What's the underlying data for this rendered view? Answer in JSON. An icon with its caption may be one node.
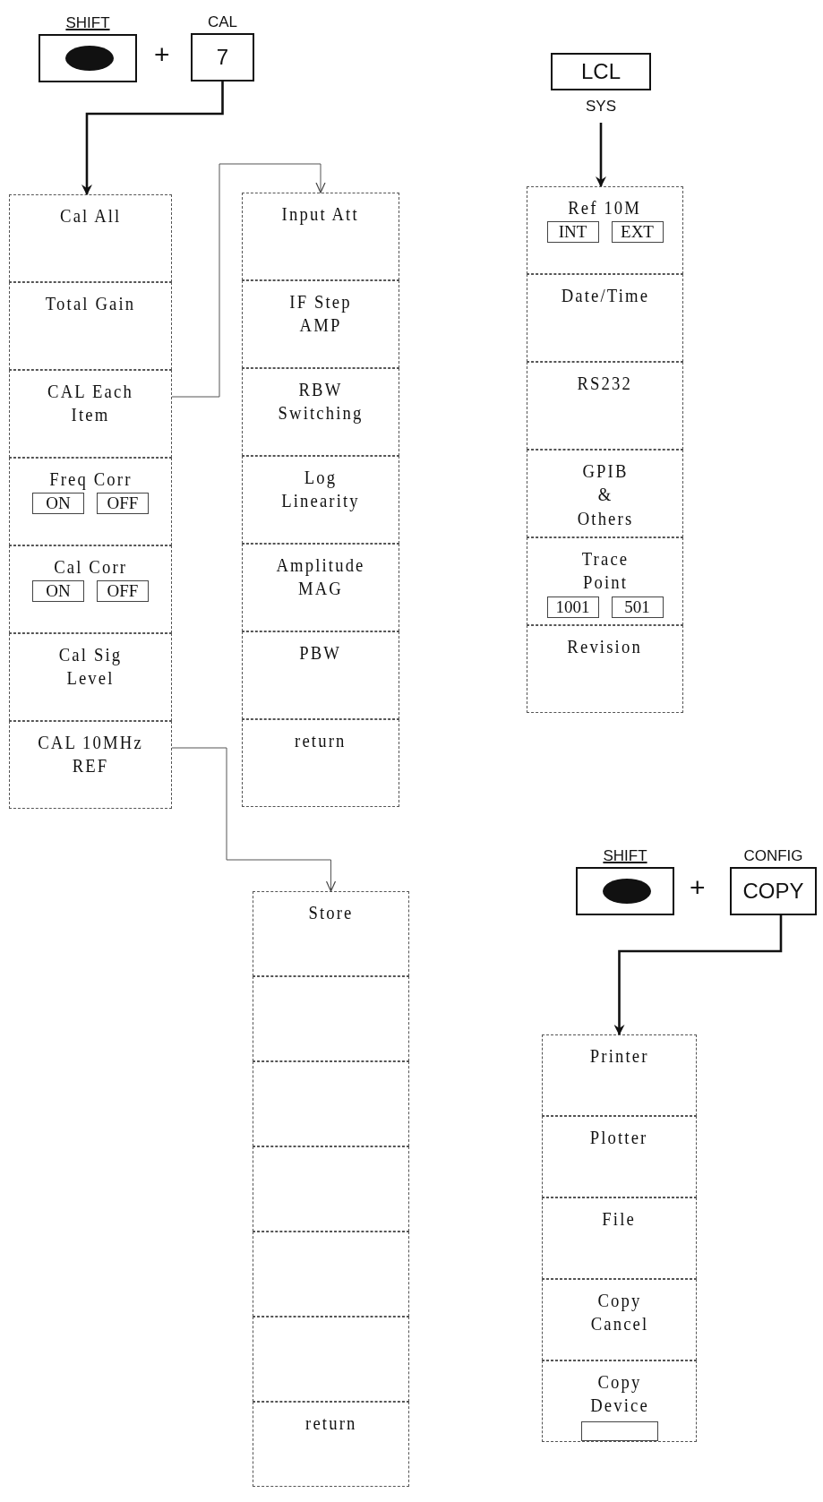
{
  "diagram": {
    "nodes": [
      {
        "text": [
          "SHIFT"
        ]
      },
      {
        "text": [
          "CAL",
          "7"
        ]
      },
      {
        "text": [
          "Cal All"
        ]
      },
      {
        "text": [
          "Total Gain"
        ]
      },
      {
        "text": [
          "CAL Each Item"
        ]
      },
      {
        "text": [
          "Freq Corr",
          "ON",
          "OFF"
        ]
      },
      {
        "text": [
          "Cal Corr",
          "ON",
          "OFF"
        ]
      },
      {
        "text": [
          "Cal Sig Level"
        ]
      },
      {
        "text": [
          "CAL 10MHz REF"
        ]
      },
      {
        "text": [
          "Input Att"
        ]
      },
      {
        "text": [
          "IF Step AMP"
        ]
      },
      {
        "text": [
          "RBW Switching"
        ]
      },
      {
        "text": [
          "Log Linearity"
        ]
      },
      {
        "text": [
          "Amplitude MAG"
        ]
      },
      {
        "text": [
          "PBW"
        ]
      },
      {
        "text": [
          "return"
        ]
      },
      {
        "text": [
          "LCL",
          "SYS"
        ]
      },
      {
        "text": [
          "Ref 10M",
          "INT",
          "EXT"
        ]
      },
      {
        "text": [
          "Date/Time"
        ]
      },
      {
        "text": [
          "RS232"
        ]
      },
      {
        "text": [
          "GPIB & Others"
        ]
      },
      {
        "text": [
          "Trace Point",
          "1001",
          "501"
        ]
      },
      {
        "text": [
          "Revision"
        ]
      },
      {
        "text": [
          "Store"
        ]
      },
      {
        "text": [],
        "shape": "box"
      },
      {
        "text": [],
        "shape": "box"
      },
      {
        "text": [],
        "shape": "box"
      },
      {
        "text": [],
        "shape": "box"
      },
      {
        "text": [],
        "shape": "box"
      },
      {
        "text": [
          "return"
        ]
      },
      {
        "text": [
          "SHIFT"
        ]
      },
      {
        "text": [
          "CONFIG",
          "COPY"
        ]
      },
      {
        "text": [
          "Printer"
        ]
      },
      {
        "text": [
          "Plotter"
        ]
      },
      {
        "text": [
          "File"
        ]
      },
      {
        "text": [
          "Copy Cancel"
        ]
      },
      {
        "text": [
          "Copy Device"
        ]
      }
    ],
    "edges": [
      {
        "from": 1,
        "to": 2,
        "arrow": "to"
      },
      {
        "from": 4,
        "to": 9,
        "arrow": "to",
        "color": "#555555"
      },
      {
        "from": 8,
        "to": 23,
        "arrow": "to",
        "color": "#555555"
      },
      {
        "from": 16,
        "to": 17,
        "arrow": "to"
      },
      {
        "from": 31,
        "to": 32,
        "arrow": "to"
      }
    ],
    "labels": [
      "+",
      "+"
    ]
  }
}
